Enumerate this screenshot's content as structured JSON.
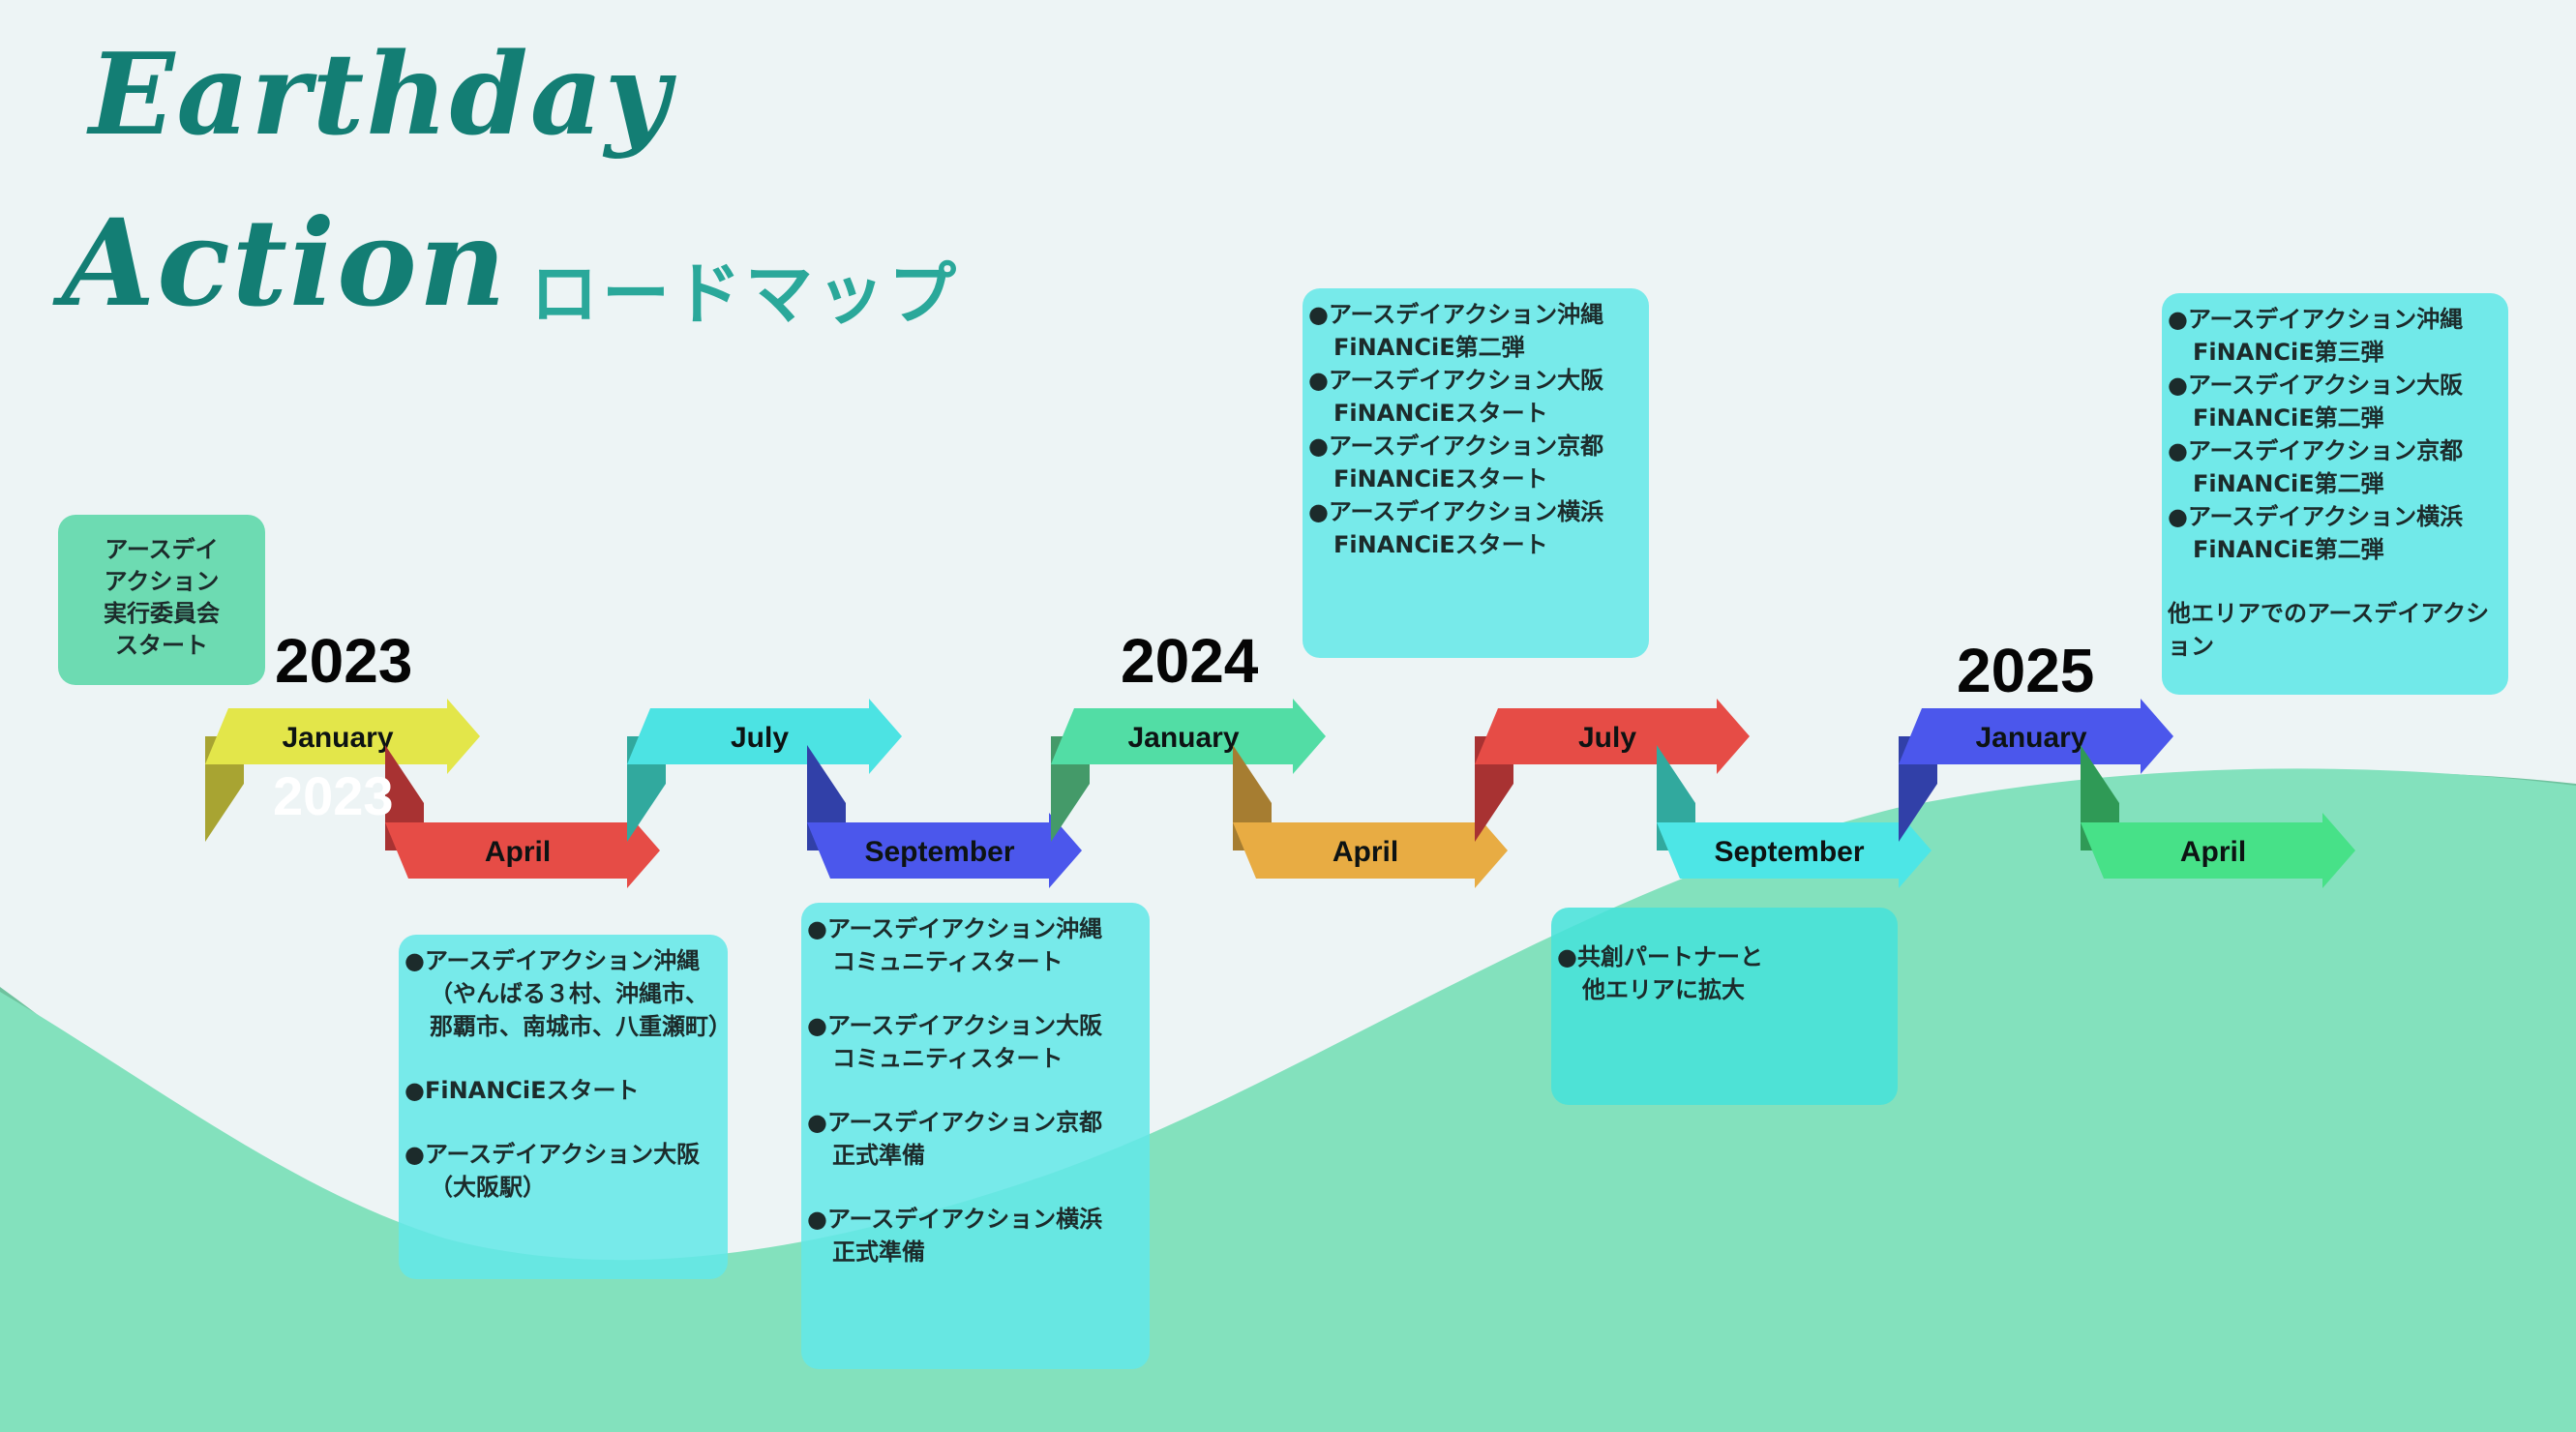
{
  "title": {
    "line1": "Earthday",
    "line2": "Action",
    "subtitle": "ロードマップ"
  },
  "years": {
    "y2023": "2023",
    "y2024": "2024",
    "y2025": "2025",
    "ghost": "2023"
  },
  "months": [
    {
      "label": "January",
      "color": "#e3e64a",
      "fold": "#a8a432"
    },
    {
      "label": "April",
      "color": "#e64c46",
      "fold": "#a83232"
    },
    {
      "label": "July",
      "color": "#4ce3e3",
      "fold": "#31a99e"
    },
    {
      "label": "September",
      "color": "#4b57ec",
      "fold": "#3140a8"
    },
    {
      "label": "January",
      "color": "#52dda5",
      "fold": "#449a69"
    },
    {
      "label": "April",
      "color": "#e8ac43",
      "fold": "#a67d31"
    },
    {
      "label": "July",
      "color": "#e64c46",
      "fold": "#a83232"
    },
    {
      "label": "September",
      "color": "#4de6e6",
      "fold": "#31a99e"
    },
    {
      "label": "January",
      "color": "#4b57ec",
      "fold": "#3140a8"
    },
    {
      "label": "April",
      "color": "#47e188",
      "fold": "#2f9a56"
    }
  ],
  "boxes": {
    "committee": "アースデイ\nアクション\n実行委員会\nスタート",
    "apr2023": [
      "●アースデイアクション沖縄\n（やんばる３村、沖縄市、那覇市、南城市、八重瀬町）",
      "●FiNANCiEスタート",
      "●アースデイアクション大阪\n（大阪駅）"
    ],
    "sep2023": [
      "●アースデイアクション沖縄\nコミュニティスタート",
      "●アースデイアクション大阪\nコミュニティスタート",
      "●アースデイアクション京都\n正式準備",
      "●アースデイアクション横浜\n正式準備"
    ],
    "jan2024": [
      "●アースデイアクション沖縄\nFiNANCiE第二弾",
      "●アースデイアクション大阪\nFiNANCiEスタート",
      "●アースデイアクション京都\nFiNANCiEスタート",
      "●アースデイアクション横浜\nFiNANCiEスタート"
    ],
    "sep2024": [
      "●共創パートナーと\n他エリアに拡大"
    ],
    "jan2025": [
      "●アースデイアクション沖縄\nFiNANCiE第三弾",
      "●アースデイアクション大阪\nFiNANCiE第二弾",
      "●アースデイアクション京都\nFiNANCiE第二弾",
      "●アースデイアクション横浜\nFiNANCiE第二弾"
    ],
    "jan2025_note": "他エリアでのアースデイアクション"
  },
  "colors": {
    "background": "#edf4f5",
    "hill_dark": "#6fc29e",
    "hill_light": "#83e1bd",
    "title": "#137e74",
    "subtitle": "#2aa89a"
  }
}
